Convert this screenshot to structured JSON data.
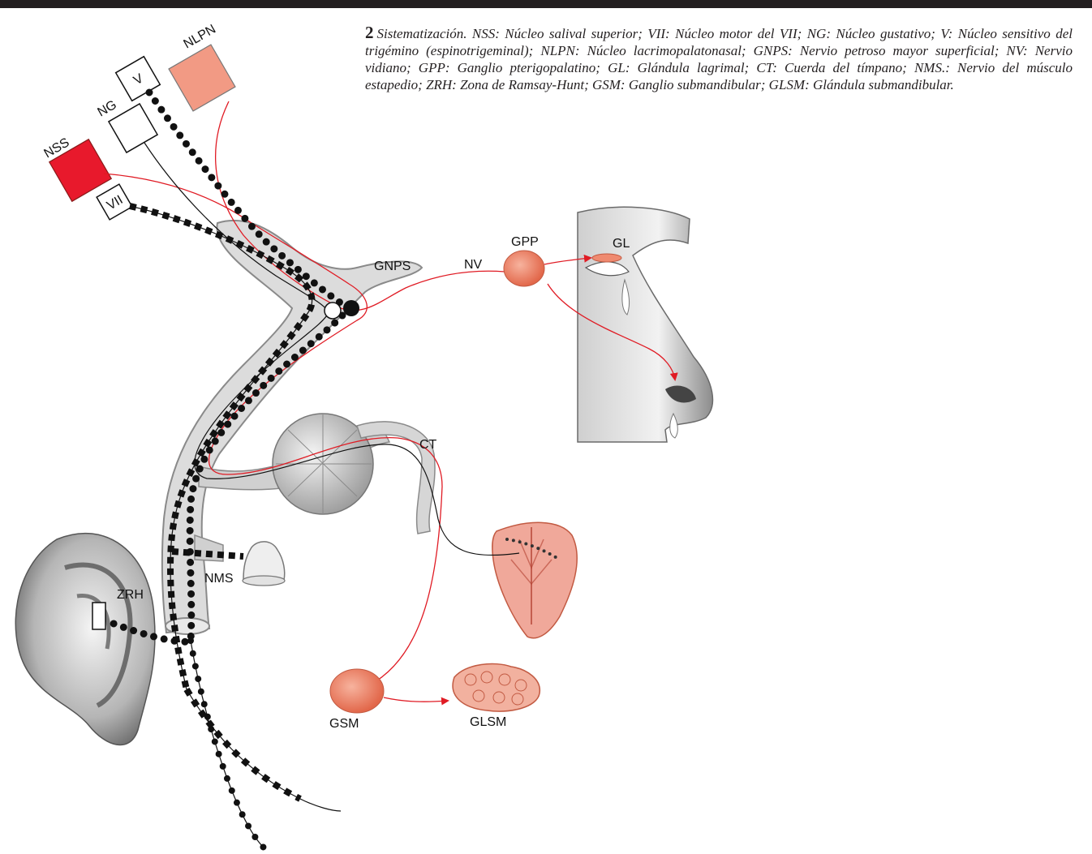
{
  "caption": {
    "number": "2",
    "text": "Sistematización. NSS: Núcleo salival superior; VII: Núcleo motor del VII; NG: Núcleo gustativo; V: Núcleo sensitivo del trigémino (espinotrigeminal); NLPN: Núcleo lacrimopalatonasal; GNPS: Nervio petroso mayor superficial; NV: Nervio vidiano; GPP: Ganglio pterigopalatino; GL: Glándula lagrimal; CT: Cuerda del tímpano; NMS.: Nervio del músculo estapedio; ZRH: Zona de Ramsay-Hunt; GSM: Ganglio submandibular; GLSM: Glándula submandibular."
  },
  "labels": {
    "V": "V",
    "NLPN": "NLPN",
    "NG": "NG",
    "NSS": "NSS",
    "VII": "VII",
    "GNPS": "GNPS",
    "NV": "NV",
    "GPP": "GPP",
    "GL": "GL",
    "CT": "CT",
    "NMS": "NMS",
    "ZRH": "ZRH",
    "GSM": "GSM",
    "GLSM": "GLSM"
  },
  "colors": {
    "nss_box": "#e8192c",
    "nlpn_box": "#f29a84",
    "parasympathetic_fiber": "#e01b24",
    "ganglion": "#ef8468",
    "nerve_fill": "#d8d8d8",
    "line": "#111111"
  }
}
